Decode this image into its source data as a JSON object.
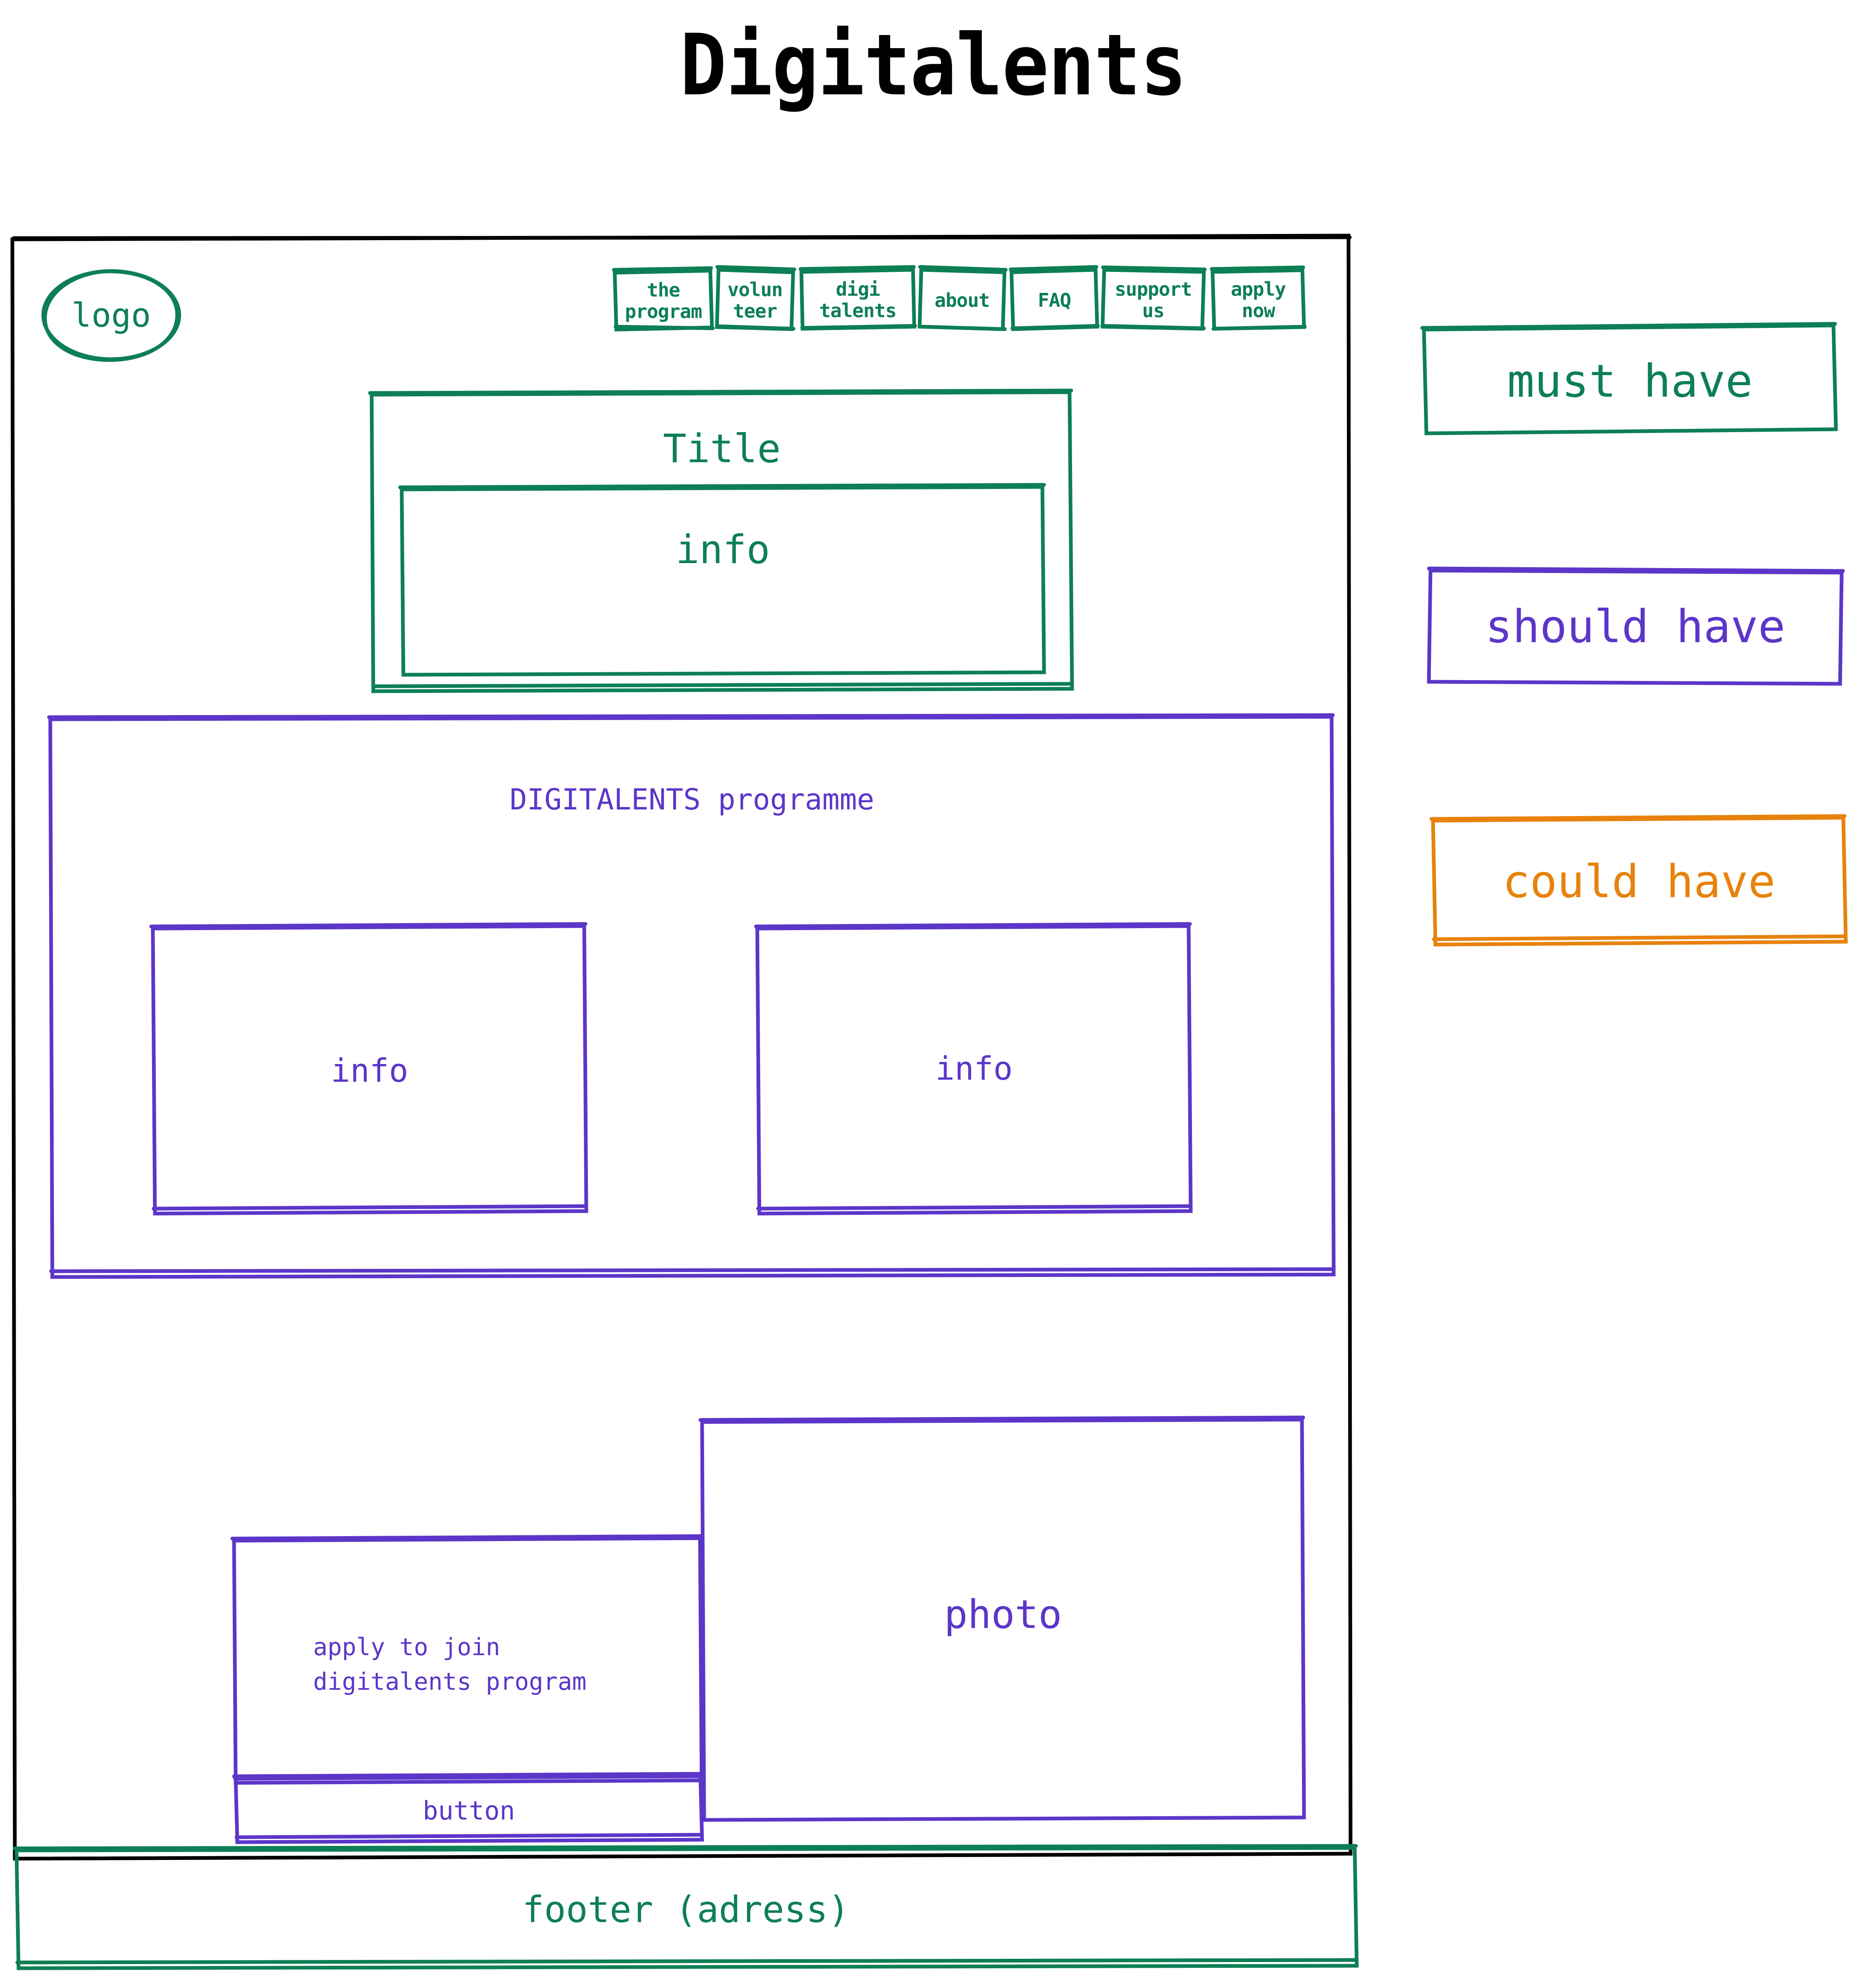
{
  "page": {
    "title": "Digitalents"
  },
  "colors": {
    "must_have": "#0d7f55",
    "should_have": "#5c36c9",
    "could_have": "#e8820c",
    "frame": "#000000"
  },
  "mockup": {
    "logo": {
      "label": "logo"
    },
    "nav": {
      "items": [
        {
          "label": "the\nprogram"
        },
        {
          "label": "volun\nteer"
        },
        {
          "label": "digi\ntalents"
        },
        {
          "label": "about"
        },
        {
          "label": "FAQ"
        },
        {
          "label": "support\nus"
        },
        {
          "label": "apply\nnow"
        }
      ]
    },
    "hero": {
      "title": "Title",
      "info": "info"
    },
    "programme": {
      "heading": "DIGITALENTS programme",
      "cards": [
        {
          "label": "info"
        },
        {
          "label": "info"
        }
      ]
    },
    "apply_section": {
      "text": "apply to join\ndigitalents program",
      "button_label": "button",
      "photo_label": "photo"
    },
    "footer": {
      "label": "footer (adress)"
    }
  },
  "legend": {
    "items": [
      {
        "label": "must have",
        "color": "#0d7f55"
      },
      {
        "label": "should have",
        "color": "#5c36c9"
      },
      {
        "label": "could have",
        "color": "#e8820c"
      }
    ]
  }
}
